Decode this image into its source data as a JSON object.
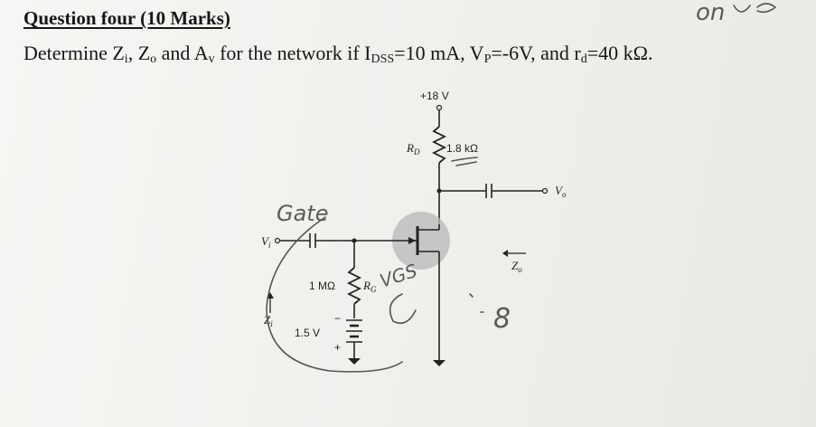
{
  "heading": "Question four (10 Marks)",
  "question": {
    "prefix": "Determine Z",
    "zi_sub": "i",
    "mid1": ", Z",
    "zo_sub": "o",
    "mid2": " and A",
    "av_sub": "v",
    "mid3": " for the network if I",
    "idss_sub": "DSS",
    "mid4": "=10 mA, V",
    "vp_sub": "P",
    "mid5": "=-6V, and r",
    "rd_sub": "d",
    "suffix": "=40 kΩ."
  },
  "circuit": {
    "supply": "+18 V",
    "rd_name": "R",
    "rd_sub": "D",
    "rd_value": "1.8 kΩ",
    "vi": "V",
    "vi_sub": "i",
    "vo": "V",
    "vo_sub": "o",
    "zi": "Z",
    "zi_sub": "i",
    "zo": "Z",
    "zo_sub": "o",
    "rg_value": "1 MΩ",
    "rg_name": "R",
    "rg_sub": "G",
    "battery": "1.5 V",
    "batt_minus": "−",
    "batt_plus": "+"
  },
  "handwriting": {
    "gate_note": "Gate",
    "vgs_note": "VGS",
    "number_note": "8",
    "corner_note": "on"
  }
}
